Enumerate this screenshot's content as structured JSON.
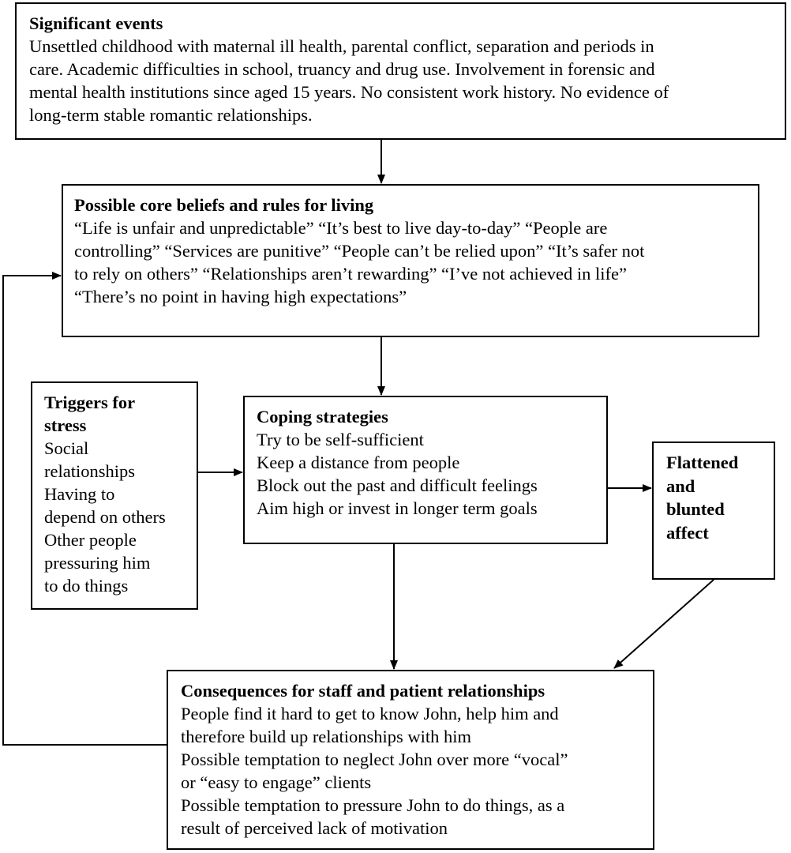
{
  "significant_events": {
    "title": "Significant events",
    "lines": [
      "Unsettled childhood with maternal ill health, parental conflict, separation and periods in",
      "care. Academic difficulties in school, truancy and drug use. Involvement in forensic and",
      "mental health institutions since aged 15 years. No consistent work history. No evidence of",
      "long-term stable romantic relationships."
    ]
  },
  "core_beliefs": {
    "title": "Possible core beliefs and rules for living",
    "lines": [
      "“Life is unfair and unpredictable”  “It’s best to live day-to-day”  “People are",
      "controlling”  “Services are punitive”  “People can’t be relied upon”  “It’s safer not",
      "to rely on others”  “Relationships aren’t rewarding”  “I’ve not achieved in life”",
      "“There’s no point in having high expectations”"
    ]
  },
  "triggers": {
    "title_lines": [
      "Triggers for",
      "stress"
    ],
    "lines": [
      "Social",
      "relationships",
      "Having to",
      "depend on others",
      "Other people",
      "pressuring him",
      "to do things"
    ]
  },
  "coping": {
    "title": "Coping strategies",
    "lines": [
      "Try to be self-sufficient",
      "Keep a distance from people",
      "Block out the past and difficult feelings",
      "Aim high or invest in longer term goals"
    ]
  },
  "affect": {
    "title_lines": [
      "Flattened",
      "and",
      "blunted",
      "affect"
    ]
  },
  "consequences": {
    "title": "Consequences for staff and patient relationships",
    "lines": [
      "People find it hard to get to know John, help him and",
      "therefore build up relationships with him",
      "Possible temptation to neglect John over more “vocal”",
      "or “easy to engage” clients",
      "Possible temptation to pressure John to do things, as a",
      "result of perceived lack of motivation"
    ]
  }
}
